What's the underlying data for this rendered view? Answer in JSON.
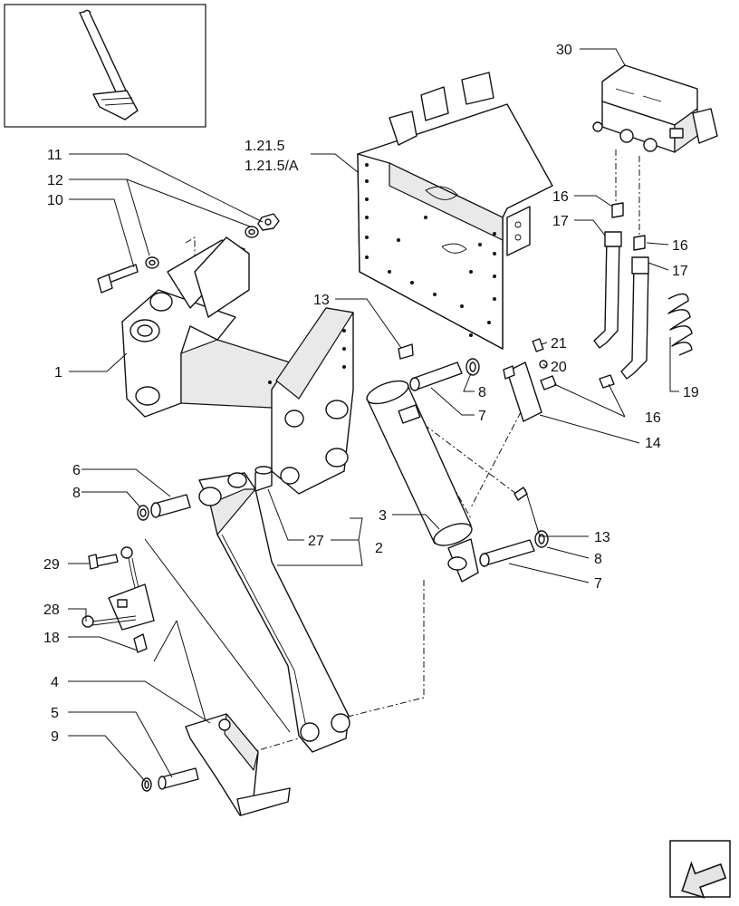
{
  "callouts": {
    "c30": "30",
    "c1215": "1.21.5",
    "c1215a": "1.21.5/A",
    "c11": "11",
    "c12": "12",
    "c10": "10",
    "c16a": "16",
    "c17a": "17",
    "c16b": "16",
    "c17b": "17",
    "c13a": "13",
    "c21": "21",
    "c20": "20",
    "c1": "1",
    "c8a": "8",
    "c7a": "7",
    "c19": "19",
    "c16c": "16",
    "c14": "14",
    "c6": "6",
    "c8b": "8",
    "c3": "3",
    "c27": "27",
    "c2": "2",
    "c13b": "13",
    "c29": "29",
    "c8c": "8",
    "c28": "28",
    "c7b": "7",
    "c18": "18",
    "c4": "4",
    "c5": "5",
    "c9": "9"
  },
  "icons": {
    "thumbnail": "pedal-arm-thumbnail-icon",
    "nav": "next-page-arrow-icon"
  }
}
